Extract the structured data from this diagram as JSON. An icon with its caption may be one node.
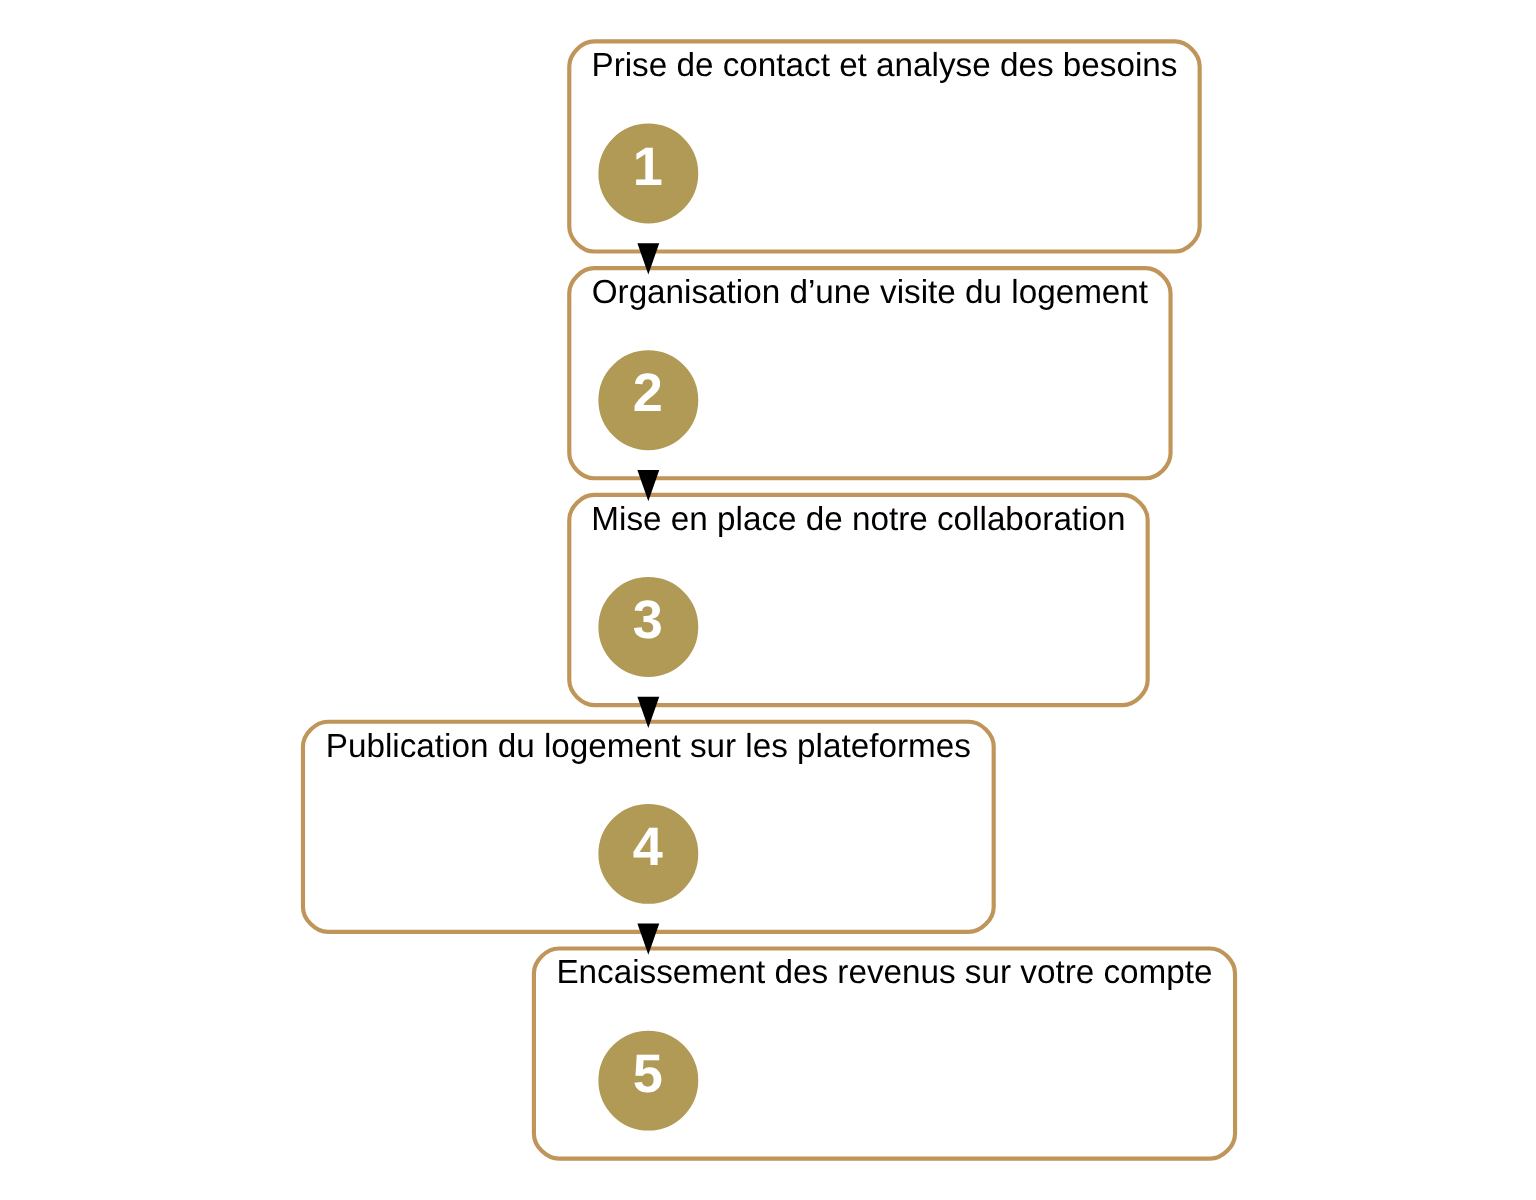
{
  "diagram": {
    "nodes": [
      {
        "text": [
          "Prise de contact et analyse des besoins"
        ]
      },
      {
        "text": [
          "1"
        ],
        "in": 0
      },
      {
        "text": [
          "Organisation d’une visite du logement"
        ]
      },
      {
        "text": [
          "2"
        ],
        "in": 2
      },
      {
        "text": [
          "Mise en place de notre collaboration"
        ]
      },
      {
        "text": [
          "3"
        ],
        "in": 4
      },
      {
        "text": [
          "Publication du logement sur les plateformes"
        ]
      },
      {
        "text": [
          "4"
        ],
        "in": 6
      },
      {
        "text": [
          "Encaissement des revenus sur votre compte"
        ]
      },
      {
        "text": [
          "5"
        ],
        "in": 8
      }
    ],
    "edges": [
      {
        "from": 0,
        "to": 2,
        "arrow": "to"
      },
      {
        "from": 2,
        "to": 4,
        "arrow": "to"
      },
      {
        "from": 4,
        "to": 6,
        "arrow": "to"
      },
      {
        "from": 6,
        "to": 8,
        "arrow": "to"
      }
    ]
  }
}
